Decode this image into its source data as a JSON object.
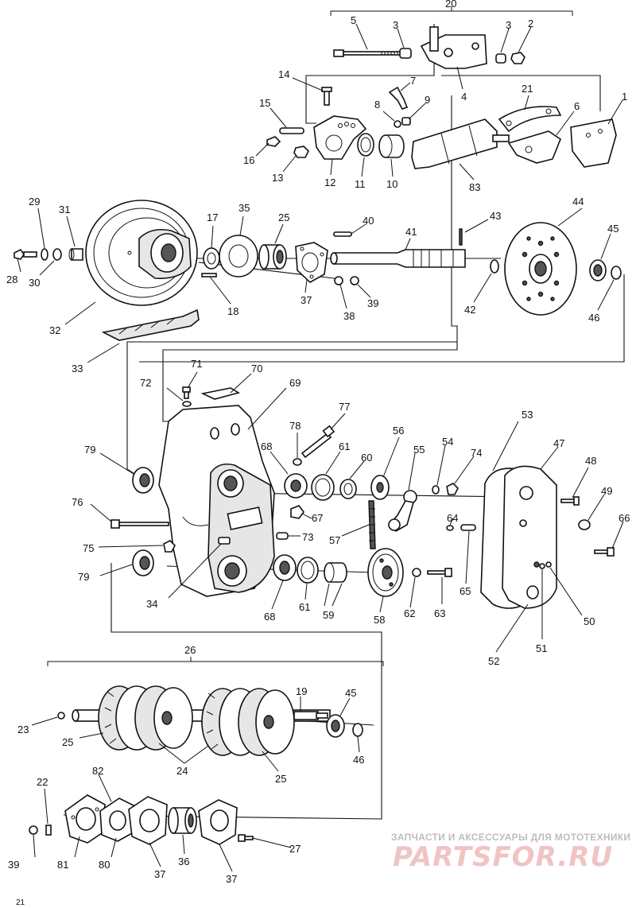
{
  "callouts": [
    {
      "n": "20",
      "t": "20"
    },
    {
      "n": "5",
      "t": "5"
    },
    {
      "n": "3",
      "t": "3"
    },
    {
      "n": "3b",
      "t": "3"
    },
    {
      "n": "2",
      "t": "2"
    },
    {
      "n": "4",
      "t": "4"
    },
    {
      "n": "7",
      "t": "7"
    },
    {
      "n": "14",
      "t": "14"
    },
    {
      "n": "8",
      "t": "8"
    },
    {
      "n": "9",
      "t": "9"
    },
    {
      "n": "21",
      "t": "21"
    },
    {
      "n": "1",
      "t": "1"
    },
    {
      "n": "6",
      "t": "6"
    },
    {
      "n": "15",
      "t": "15"
    },
    {
      "n": "16",
      "t": "16"
    },
    {
      "n": "13",
      "t": "13"
    },
    {
      "n": "12",
      "t": "12"
    },
    {
      "n": "11",
      "t": "11"
    },
    {
      "n": "10",
      "t": "10"
    },
    {
      "n": "83",
      "t": "83"
    },
    {
      "n": "29",
      "t": "29"
    },
    {
      "n": "31",
      "t": "31"
    },
    {
      "n": "17",
      "t": "17"
    },
    {
      "n": "35",
      "t": "35"
    },
    {
      "n": "25",
      "t": "25"
    },
    {
      "n": "40",
      "t": "40"
    },
    {
      "n": "41",
      "t": "41"
    },
    {
      "n": "43",
      "t": "43"
    },
    {
      "n": "44",
      "t": "44"
    },
    {
      "n": "45",
      "t": "45"
    },
    {
      "n": "28",
      "t": "28"
    },
    {
      "n": "30",
      "t": "30"
    },
    {
      "n": "18",
      "t": "18"
    },
    {
      "n": "37",
      "t": "37"
    },
    {
      "n": "38",
      "t": "38"
    },
    {
      "n": "39",
      "t": "39"
    },
    {
      "n": "42",
      "t": "42"
    },
    {
      "n": "46",
      "t": "46"
    },
    {
      "n": "32",
      "t": "32"
    },
    {
      "n": "33",
      "t": "33"
    },
    {
      "n": "71",
      "t": "71"
    },
    {
      "n": "70",
      "t": "70"
    },
    {
      "n": "72",
      "t": "72"
    },
    {
      "n": "69",
      "t": "69"
    },
    {
      "n": "77",
      "t": "77"
    },
    {
      "n": "78",
      "t": "78"
    },
    {
      "n": "56",
      "t": "56"
    },
    {
      "n": "53",
      "t": "53"
    },
    {
      "n": "79",
      "t": "79"
    },
    {
      "n": "68",
      "t": "68"
    },
    {
      "n": "61",
      "t": "61"
    },
    {
      "n": "60",
      "t": "60"
    },
    {
      "n": "55",
      "t": "55"
    },
    {
      "n": "54",
      "t": "54"
    },
    {
      "n": "74",
      "t": "74"
    },
    {
      "n": "47",
      "t": "47"
    },
    {
      "n": "48",
      "t": "48"
    },
    {
      "n": "49",
      "t": "49"
    },
    {
      "n": "76",
      "t": "76"
    },
    {
      "n": "67",
      "t": "67"
    },
    {
      "n": "66",
      "t": "66"
    },
    {
      "n": "64",
      "t": "64"
    },
    {
      "n": "73",
      "t": "73"
    },
    {
      "n": "57",
      "t": "57"
    },
    {
      "n": "75",
      "t": "75"
    },
    {
      "n": "79b",
      "t": "79"
    },
    {
      "n": "34",
      "t": "34"
    },
    {
      "n": "68b",
      "t": "68"
    },
    {
      "n": "61b",
      "t": "61"
    },
    {
      "n": "59",
      "t": "59"
    },
    {
      "n": "58",
      "t": "58"
    },
    {
      "n": "62",
      "t": "62"
    },
    {
      "n": "63",
      "t": "63"
    },
    {
      "n": "65",
      "t": "65"
    },
    {
      "n": "50",
      "t": "50"
    },
    {
      "n": "51",
      "t": "51"
    },
    {
      "n": "52",
      "t": "52"
    },
    {
      "n": "26",
      "t": "26"
    },
    {
      "n": "19",
      "t": "19"
    },
    {
      "n": "45b",
      "t": "45"
    },
    {
      "n": "23",
      "t": "23"
    },
    {
      "n": "25b",
      "t": "25"
    },
    {
      "n": "24",
      "t": "24"
    },
    {
      "n": "25c",
      "t": "25"
    },
    {
      "n": "46b",
      "t": "46"
    },
    {
      "n": "22",
      "t": "22"
    },
    {
      "n": "82",
      "t": "82"
    },
    {
      "n": "39b",
      "t": "39"
    },
    {
      "n": "81",
      "t": "81"
    },
    {
      "n": "80",
      "t": "80"
    },
    {
      "n": "37b",
      "t": "37"
    },
    {
      "n": "36",
      "t": "36"
    },
    {
      "n": "37c",
      "t": "37"
    },
    {
      "n": "27",
      "t": "27"
    }
  ],
  "watermark": {
    "tagline": "ЗАПЧАСТИ И АКСЕССУАРЫ ДЛЯ МОТОТЕХНИКИ",
    "logo": "PARTSFOR.RU"
  },
  "corner_mark": "21"
}
